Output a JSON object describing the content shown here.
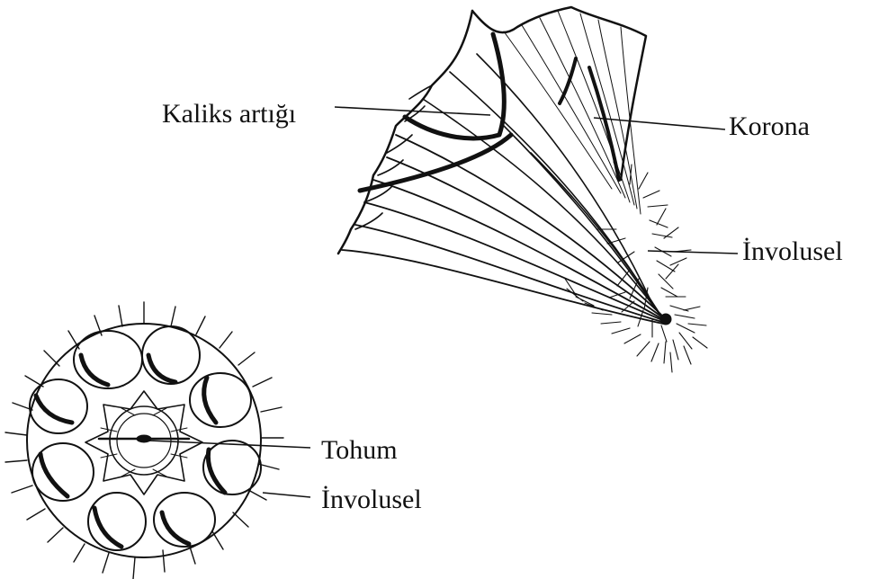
{
  "labels": {
    "calyx_remnant": "Kaliks artığı",
    "corona": "Korona",
    "involucel_top": "İnvolusel",
    "seed": "Tohum",
    "involucel_bottom": "İnvolusel"
  },
  "colors": {
    "ink": "#111111",
    "background": "#ffffff"
  }
}
